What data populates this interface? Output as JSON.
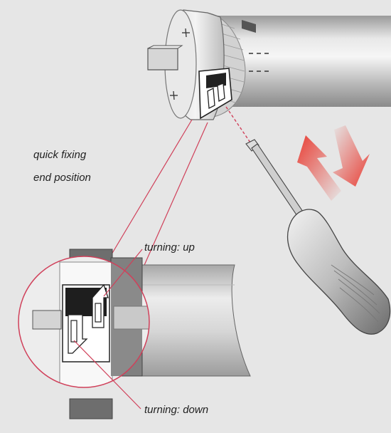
{
  "labels": {
    "quick_fixing": "quick fixing",
    "end_position": "end position",
    "turning_up": "turning: up",
    "turning_down": "turning: down"
  },
  "colors": {
    "background": "#e6e6e6",
    "callout_line": "#d0405a",
    "arrow_red": "#e8362c",
    "motor_metal": "#c8c8c8",
    "dark_bracket": "#6e6e6e"
  },
  "icons": {
    "direction_arrows": "double-headed-arrow-icon"
  }
}
